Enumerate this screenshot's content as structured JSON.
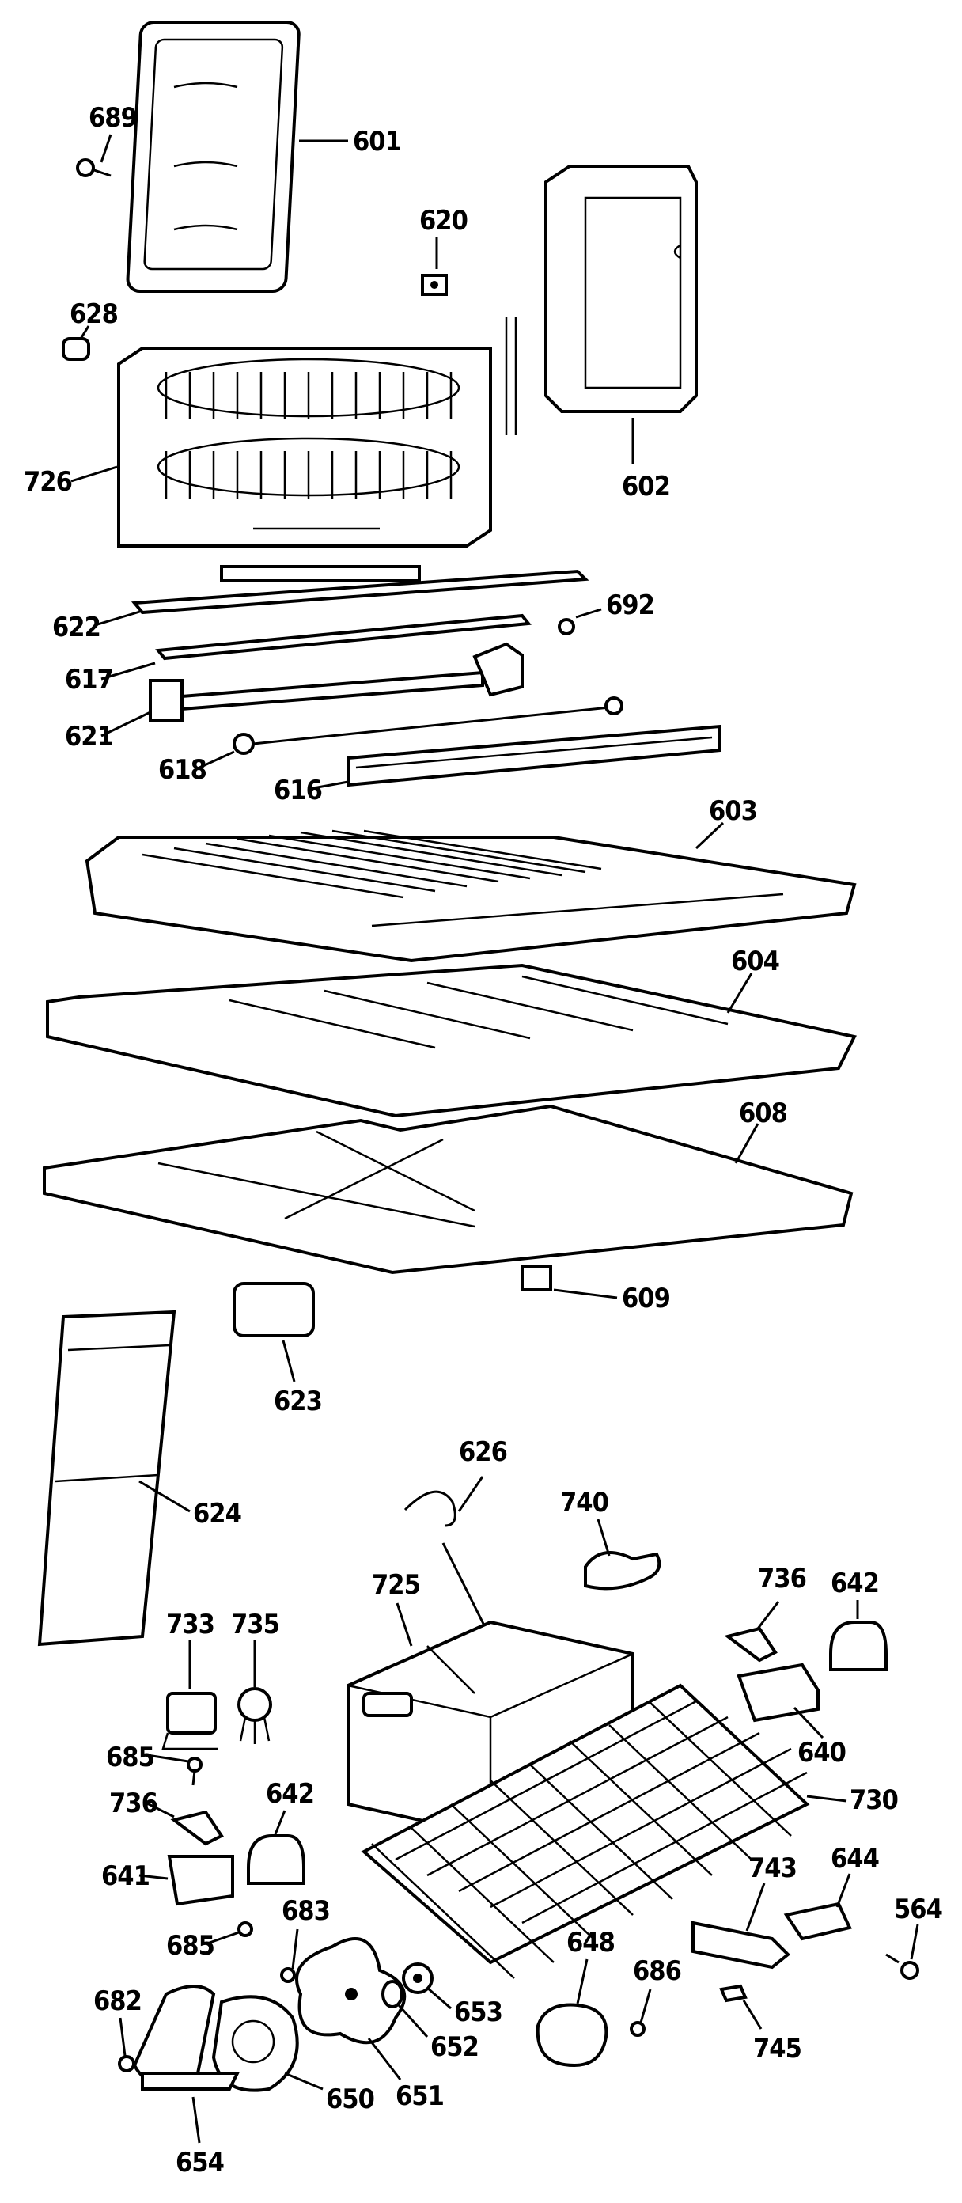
{
  "diagram": {
    "part_numbers": {
      "p601": "601",
      "p602": "602",
      "p603": "603",
      "p604": "604",
      "p608": "608",
      "p609": "609",
      "p616": "616",
      "p617": "617",
      "p618": "618",
      "p620": "620",
      "p621": "621",
      "p622": "622",
      "p623": "623",
      "p624": "624",
      "p626": "626",
      "p628": "628",
      "p640": "640",
      "p641": "641",
      "p642a": "642",
      "p642b": "642",
      "p644": "644",
      "p648": "648",
      "p650": "650",
      "p651": "651",
      "p652": "652",
      "p653": "653",
      "p654": "654",
      "p682": "682",
      "p683": "683",
      "p685a": "685",
      "p685b": "685",
      "p686": "686",
      "p689": "689",
      "p692": "692",
      "p725": "725",
      "p726": "726",
      "p730": "730",
      "p733": "733",
      "p735": "735",
      "p736a": "736",
      "p736b": "736",
      "p740": "740",
      "p743": "743",
      "p745": "745",
      "p564": "564"
    }
  }
}
